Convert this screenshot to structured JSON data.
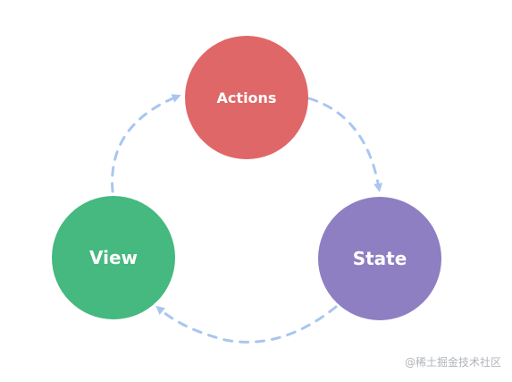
{
  "diagram": {
    "nodes": [
      {
        "id": "actions",
        "label": "Actions",
        "color": "#e06767"
      },
      {
        "id": "state",
        "label": "State",
        "color": "#8e7fc2"
      },
      {
        "id": "view",
        "label": "View",
        "color": "#45b97f"
      }
    ],
    "edges": [
      {
        "from": "actions",
        "to": "state",
        "style": "dashed"
      },
      {
        "from": "state",
        "to": "view",
        "style": "dashed"
      },
      {
        "from": "view",
        "to": "actions",
        "style": "dashed"
      }
    ],
    "arrow_color": "#a9c6f0"
  },
  "watermark": "@稀土掘金技术社区"
}
